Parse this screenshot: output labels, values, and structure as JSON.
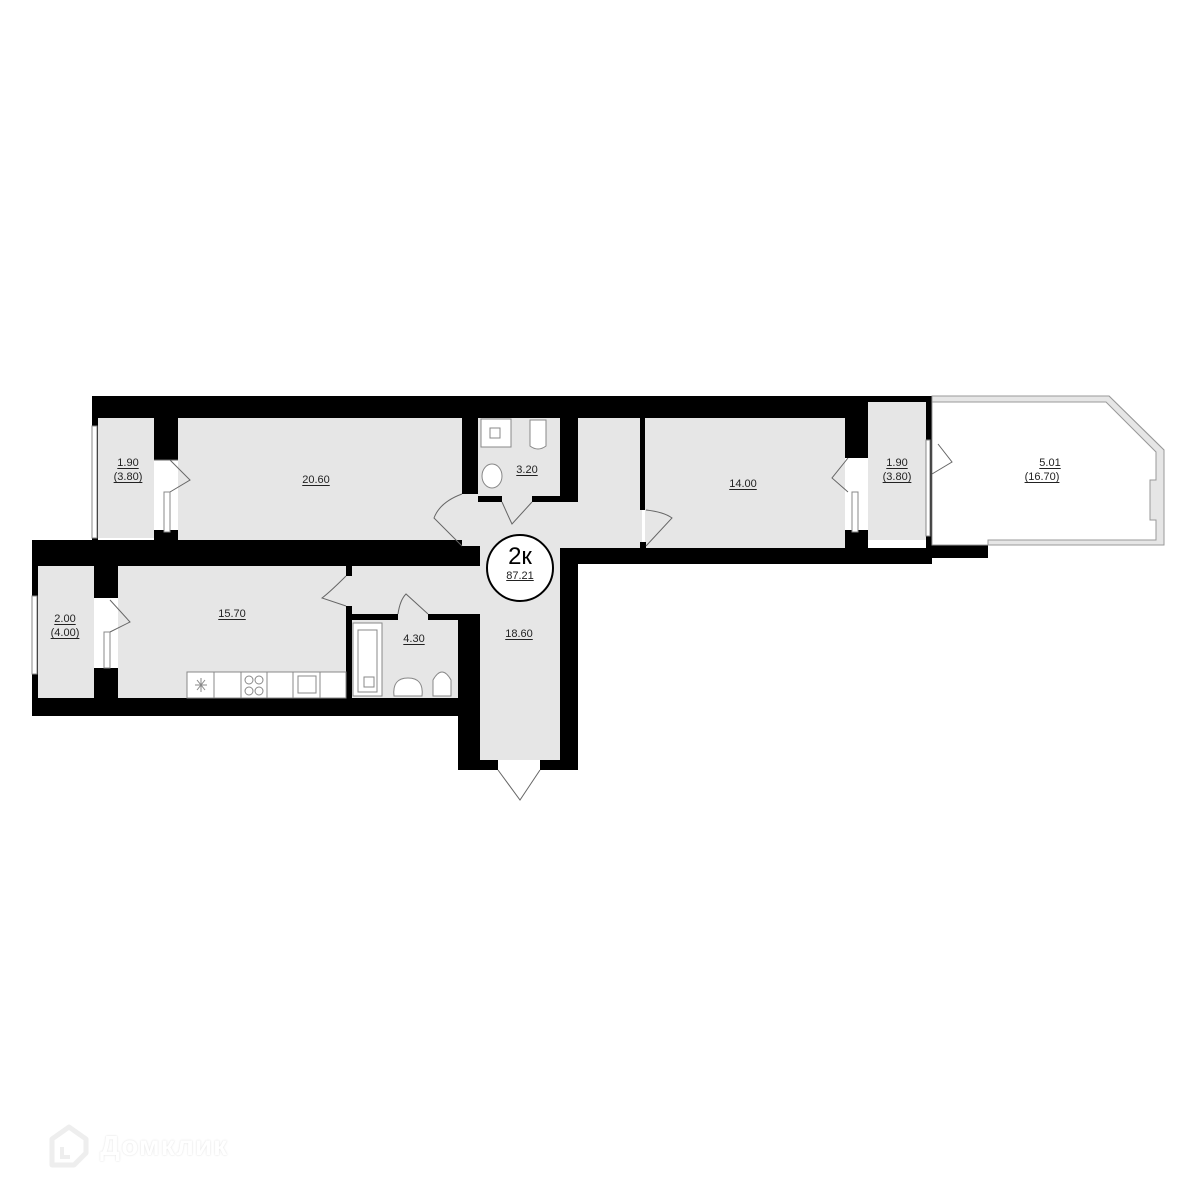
{
  "plan": {
    "apartment_type": "2к",
    "total_area": "87.21",
    "rooms": [
      {
        "id": "balcony-left-top",
        "area": "1.90",
        "area_full": "(3.80)"
      },
      {
        "id": "bedroom-1",
        "area": "20.60"
      },
      {
        "id": "wc",
        "area": "3.20"
      },
      {
        "id": "bedroom-2",
        "area": "14.00"
      },
      {
        "id": "balcony-right",
        "area": "1.90",
        "area_full": "(3.80)"
      },
      {
        "id": "terrace",
        "area": "5.01",
        "area_full": "(16.70)"
      },
      {
        "id": "balcony-left-bottom",
        "area": "2.00",
        "area_full": "(4.00)"
      },
      {
        "id": "kitchen",
        "area": "15.70"
      },
      {
        "id": "bathroom",
        "area": "4.30"
      },
      {
        "id": "hallway",
        "area": "18.60"
      }
    ]
  },
  "watermark": {
    "brand": "Домклик",
    "icon": "house-logo-icon"
  }
}
